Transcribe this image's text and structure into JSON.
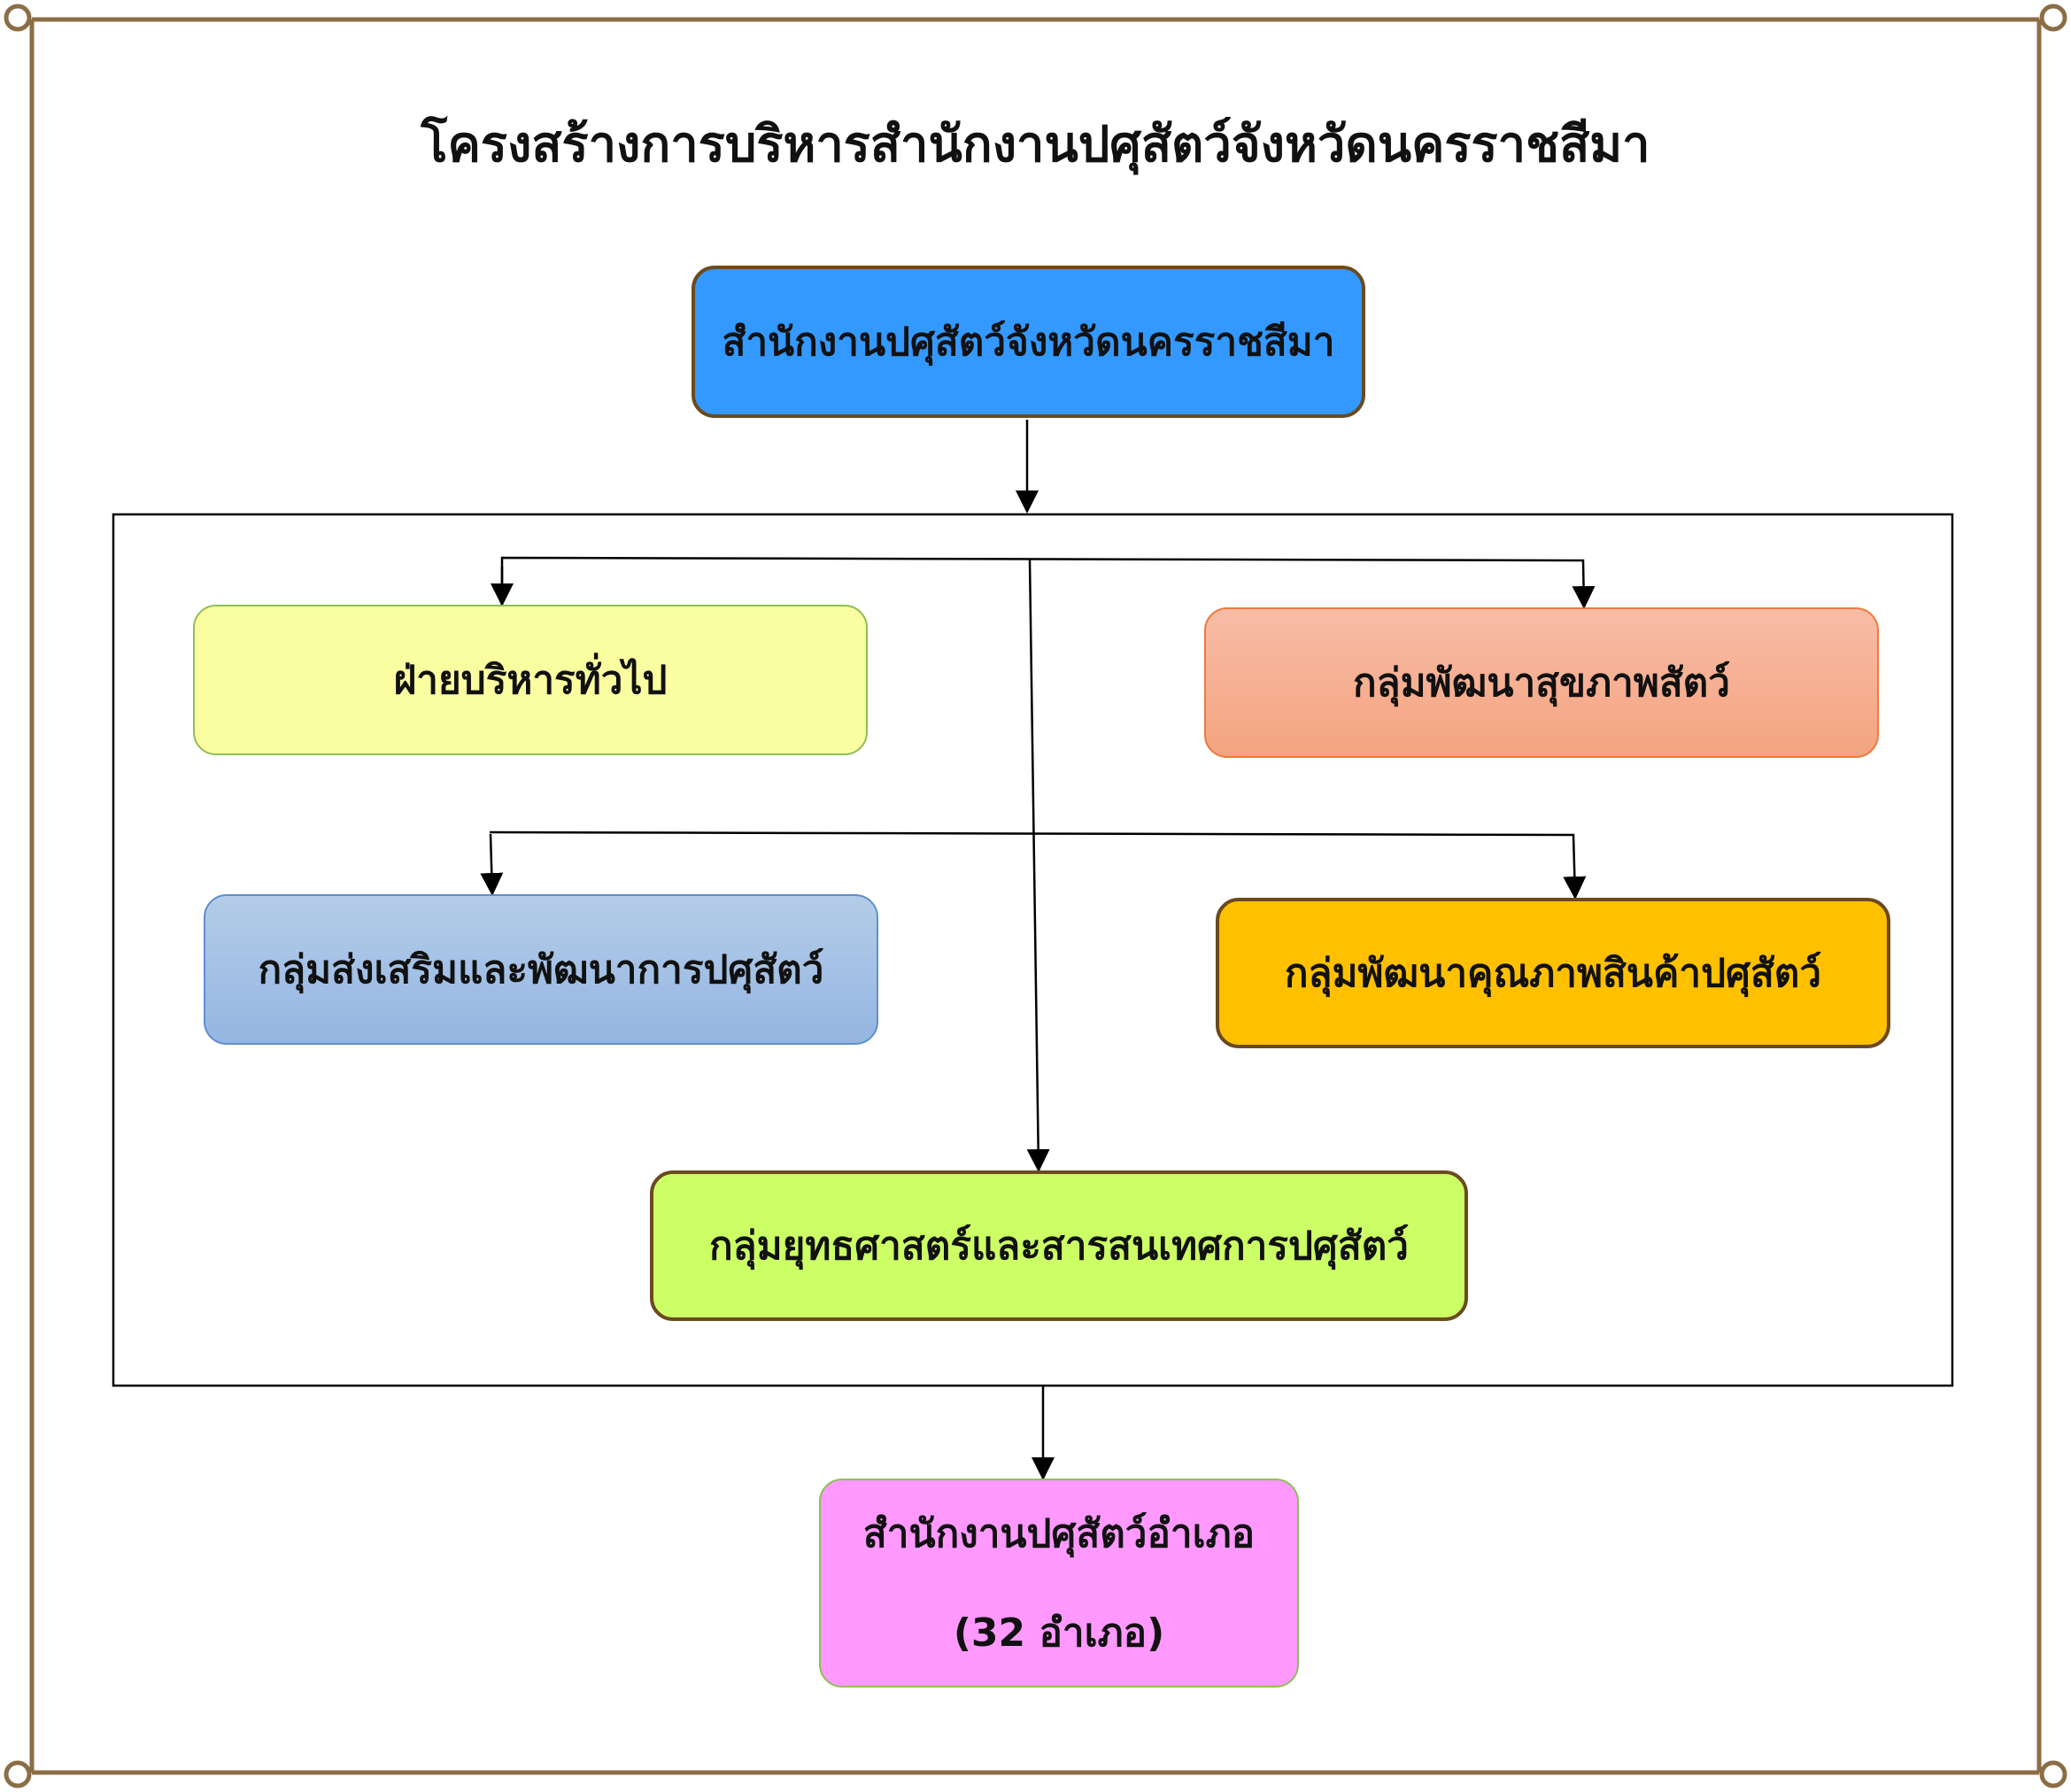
{
  "title": "โครงสร้างการบริหารสำนักงานปศุสัตว์จังหวัดนครราชสีมา",
  "nodes": {
    "head_office": "สำนักงานปศุสัตว์จังหวัดนครราชสีมา",
    "general_admin": "ฝ่ายบริหารทั่วไป",
    "animal_health": "กลุ่มพัฒนาสุขภาพสัตว์",
    "promotion": "กลุ่มส่งเสริมและพัฒนาการปศุสัตว์",
    "quality": "กลุ่มพัฒนาคุณภาพสินค้าปศุสัตว์",
    "strategy": "กลุ่มยุทธศาสตร์และสารสนเทศการปศุสัตว์",
    "district_office": "สำนักงานปศุสัตว์อำเภอ",
    "district_count": "(32 อำเภอ)"
  },
  "colors": {
    "frame": "#8b6e46",
    "head_office": "#3399ff",
    "general_admin": "#fbfea0",
    "animal_health": "#f4a480",
    "promotion": "#94b6e1",
    "quality": "#ffc000",
    "strategy": "#ccff66",
    "district_office": "#ff99ff"
  }
}
